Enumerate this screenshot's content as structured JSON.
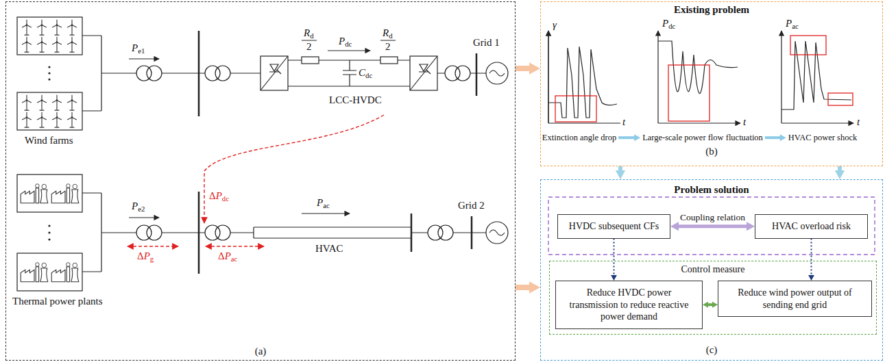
{
  "diagram": {
    "nodes": [
      {
        "text": [
          "(a)"
        ]
      },
      {
        "text": [
          "Existing problem",
          "(b)"
        ]
      },
      {
        "text": [
          "Problem solution",
          "(c)"
        ]
      },
      {
        "text": [
          "HVDC subsequent CFs"
        ],
        "in": 2
      },
      {
        "text": [
          "HVAC overload risk"
        ],
        "in": 2
      },
      {
        "text": [
          "Control measure"
        ],
        "in": 2
      },
      {
        "text": [
          "Reduce HVDC power transmission to reduce reactive power demand"
        ],
        "in": 5
      },
      {
        "text": [
          "Reduce wind power output of sending end grid"
        ],
        "in": 5
      }
    ],
    "edges": [
      {
        "from": 0,
        "to": 1,
        "arrow": "to"
      },
      {
        "from": 0,
        "to": 2,
        "arrow": "to"
      },
      {
        "from": 1,
        "to": 2,
        "arrow": "to"
      },
      {
        "from": 1,
        "to": 2,
        "arrow": "to"
      },
      {
        "from": 3,
        "to": 4,
        "label": "Coupling relation",
        "arrow": "both"
      },
      {
        "from": 3,
        "to": 6,
        "arrow": "to"
      },
      {
        "from": 4,
        "to": 7,
        "arrow": "to"
      },
      {
        "from": 6,
        "to": 7,
        "arrow": "both"
      }
    ],
    "labels": [
      "Pe1",
      "Rd",
      "2",
      "Pdc",
      "Rd",
      "2",
      "Cdc",
      "Grid 1",
      "Wind farms",
      "LCC-HVDC",
      "ΔPdc",
      "Pe2",
      "ΔPg",
      "ΔPac",
      "Pac",
      "HVAC",
      "Grid 2",
      "Thermal power plants",
      "γ",
      "t",
      "Pdc",
      "t",
      "Pac",
      "t",
      "Extinction angle drop",
      "Large-scale power flow fluctuation",
      "HVAC power shock"
    ]
  }
}
